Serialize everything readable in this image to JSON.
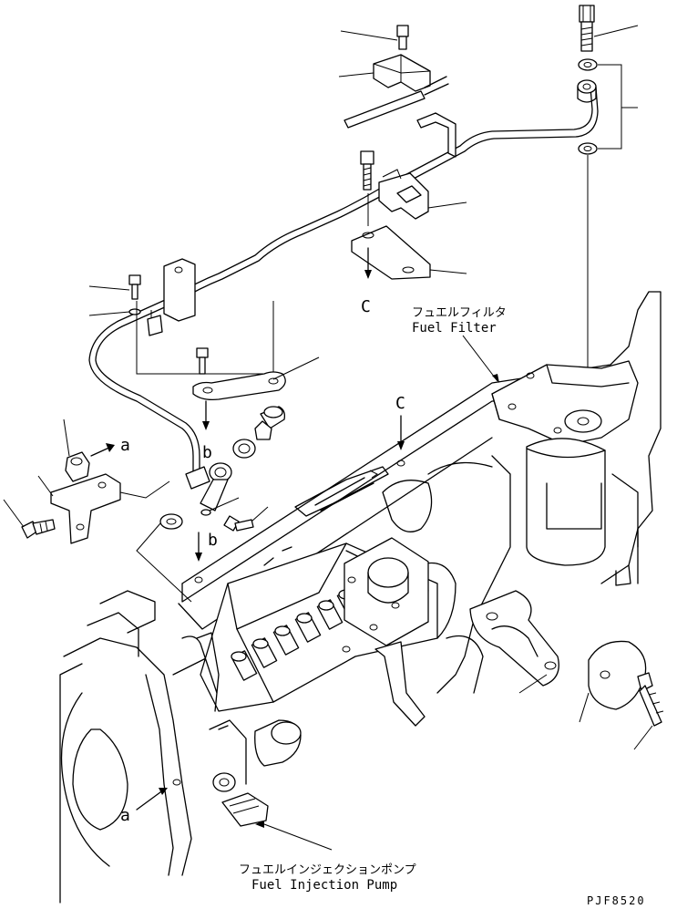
{
  "labels": {
    "fuel_filter_jp": "フュエルフィルタ",
    "fuel_filter_en": "Fuel Filter",
    "injection_pump_jp": "フュエルインジェクションポンプ",
    "injection_pump_en": "Fuel Injection Pump",
    "ref_c_bracket": "C",
    "ref_c_head": "C",
    "ref_a_spacer": "a",
    "ref_a_block": "a",
    "ref_b_upper": "b",
    "ref_b_lower": "b",
    "drawing_code": "PJF8520"
  }
}
